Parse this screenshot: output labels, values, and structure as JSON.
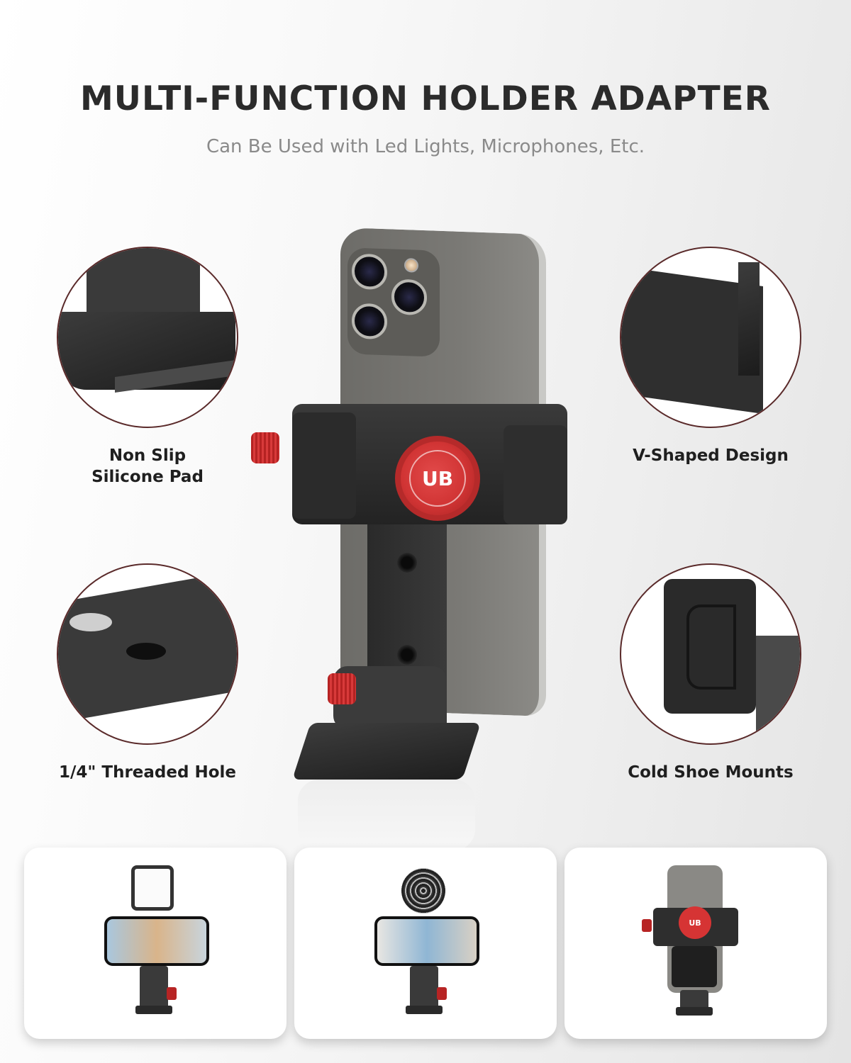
{
  "header": {
    "title": "MULTI-FUNCTION HOLDER ADAPTER",
    "subtitle": "Can Be Used with Led Lights, Microphones, Etc."
  },
  "product": {
    "knob_logo": "UB",
    "accent_color": "#d13434",
    "body_color": "#2b2b2b"
  },
  "features": [
    {
      "label_line1": "Non Slip",
      "label_line2": "Silicone Pad",
      "icon": "silicone-pad-closeup"
    },
    {
      "label_line1": "V-Shaped Design",
      "label_line2": "",
      "icon": "v-shaped-clamp-closeup"
    },
    {
      "label_line1": "1/4\" Threaded Hole",
      "label_line2": "",
      "icon": "threaded-hole-closeup"
    },
    {
      "label_line1": "Cold Shoe Mounts",
      "label_line2": "",
      "icon": "cold-shoe-closeup"
    }
  ],
  "use_cases": [
    {
      "name": "LED light mounted above horizontal phone",
      "icon": "led-light"
    },
    {
      "name": "Microphone mounted above horizontal phone",
      "icon": "microphone"
    },
    {
      "name": "Vertical phone with wireless mic receiver",
      "icon": "wireless-receiver",
      "knob_logo": "UB"
    }
  ],
  "colors": {
    "title": "#2b2b2b",
    "subtitle": "#8a8a8a",
    "circle_border": "#5a2a2a",
    "accent_red": "#d13434"
  }
}
